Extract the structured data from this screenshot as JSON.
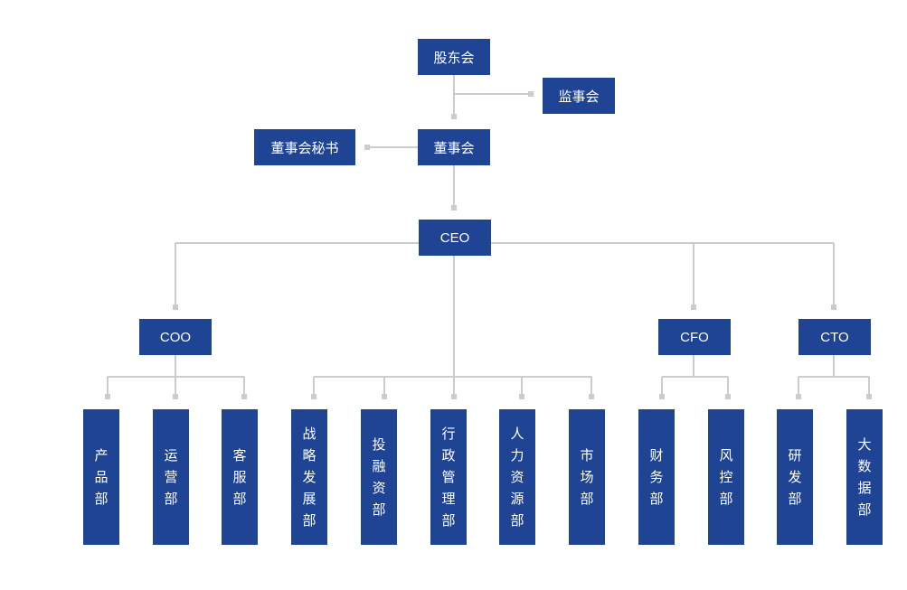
{
  "theme": {
    "box_color": "#1f4494",
    "line_color": "#cccccc",
    "text_color": "#ffffff"
  },
  "top": {
    "shareholders": "股东会",
    "supervisors": "监事会",
    "board": "董事会",
    "board_secretary": "董事会秘书",
    "ceo": "CEO"
  },
  "executives": {
    "coo": "COO",
    "cfo": "CFO",
    "cto": "CTO"
  },
  "departments": [
    "产品部",
    "运营部",
    "客服部",
    "战略发展部",
    "投融资部",
    "行政管理部",
    "人力资源部",
    "市场部",
    "财务部",
    "风控部",
    "研发部",
    "大数据部"
  ]
}
